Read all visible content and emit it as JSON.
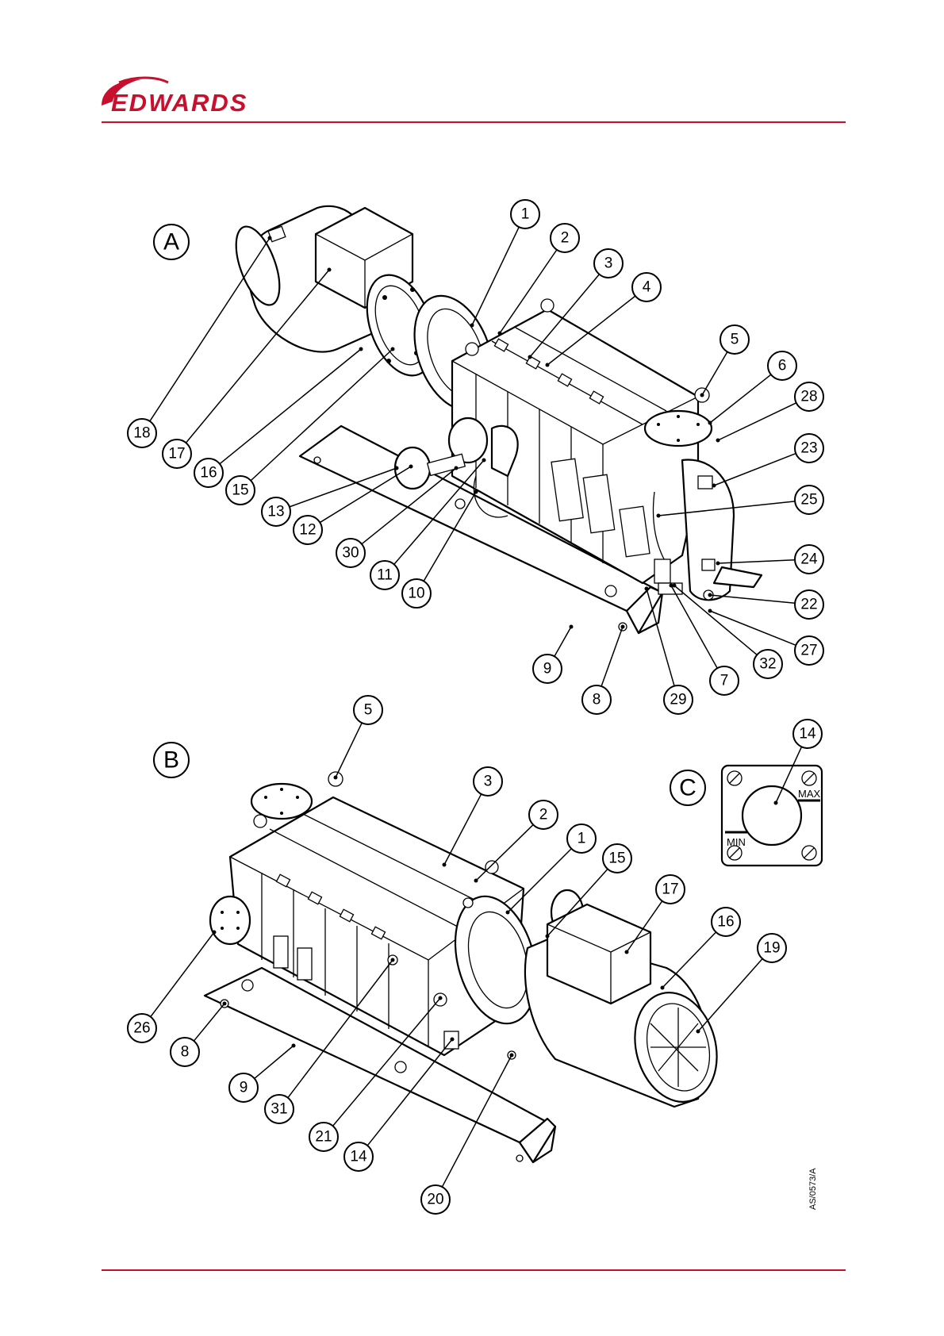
{
  "header": {
    "brand": "EDWARDS",
    "brand_color": "#c8102e",
    "rule_color": "#c8102e"
  },
  "views": {
    "a": "A",
    "b": "B",
    "c": "C"
  },
  "gauge": {
    "max_label": "MAX",
    "min_label": "MIN"
  },
  "figure_ref": "AS/0573/A",
  "callouts_a": [
    "1",
    "2",
    "3",
    "4",
    "5",
    "6",
    "28",
    "23",
    "25",
    "24",
    "22",
    "27",
    "32",
    "7",
    "29",
    "8",
    "9",
    "10",
    "11",
    "30",
    "12",
    "13",
    "15",
    "16",
    "17",
    "18"
  ],
  "callouts_b": [
    "5",
    "3",
    "2",
    "1",
    "15",
    "17",
    "16",
    "19",
    "26",
    "8",
    "9",
    "31",
    "21",
    "14",
    "20"
  ],
  "callouts_c": [
    "14"
  ]
}
